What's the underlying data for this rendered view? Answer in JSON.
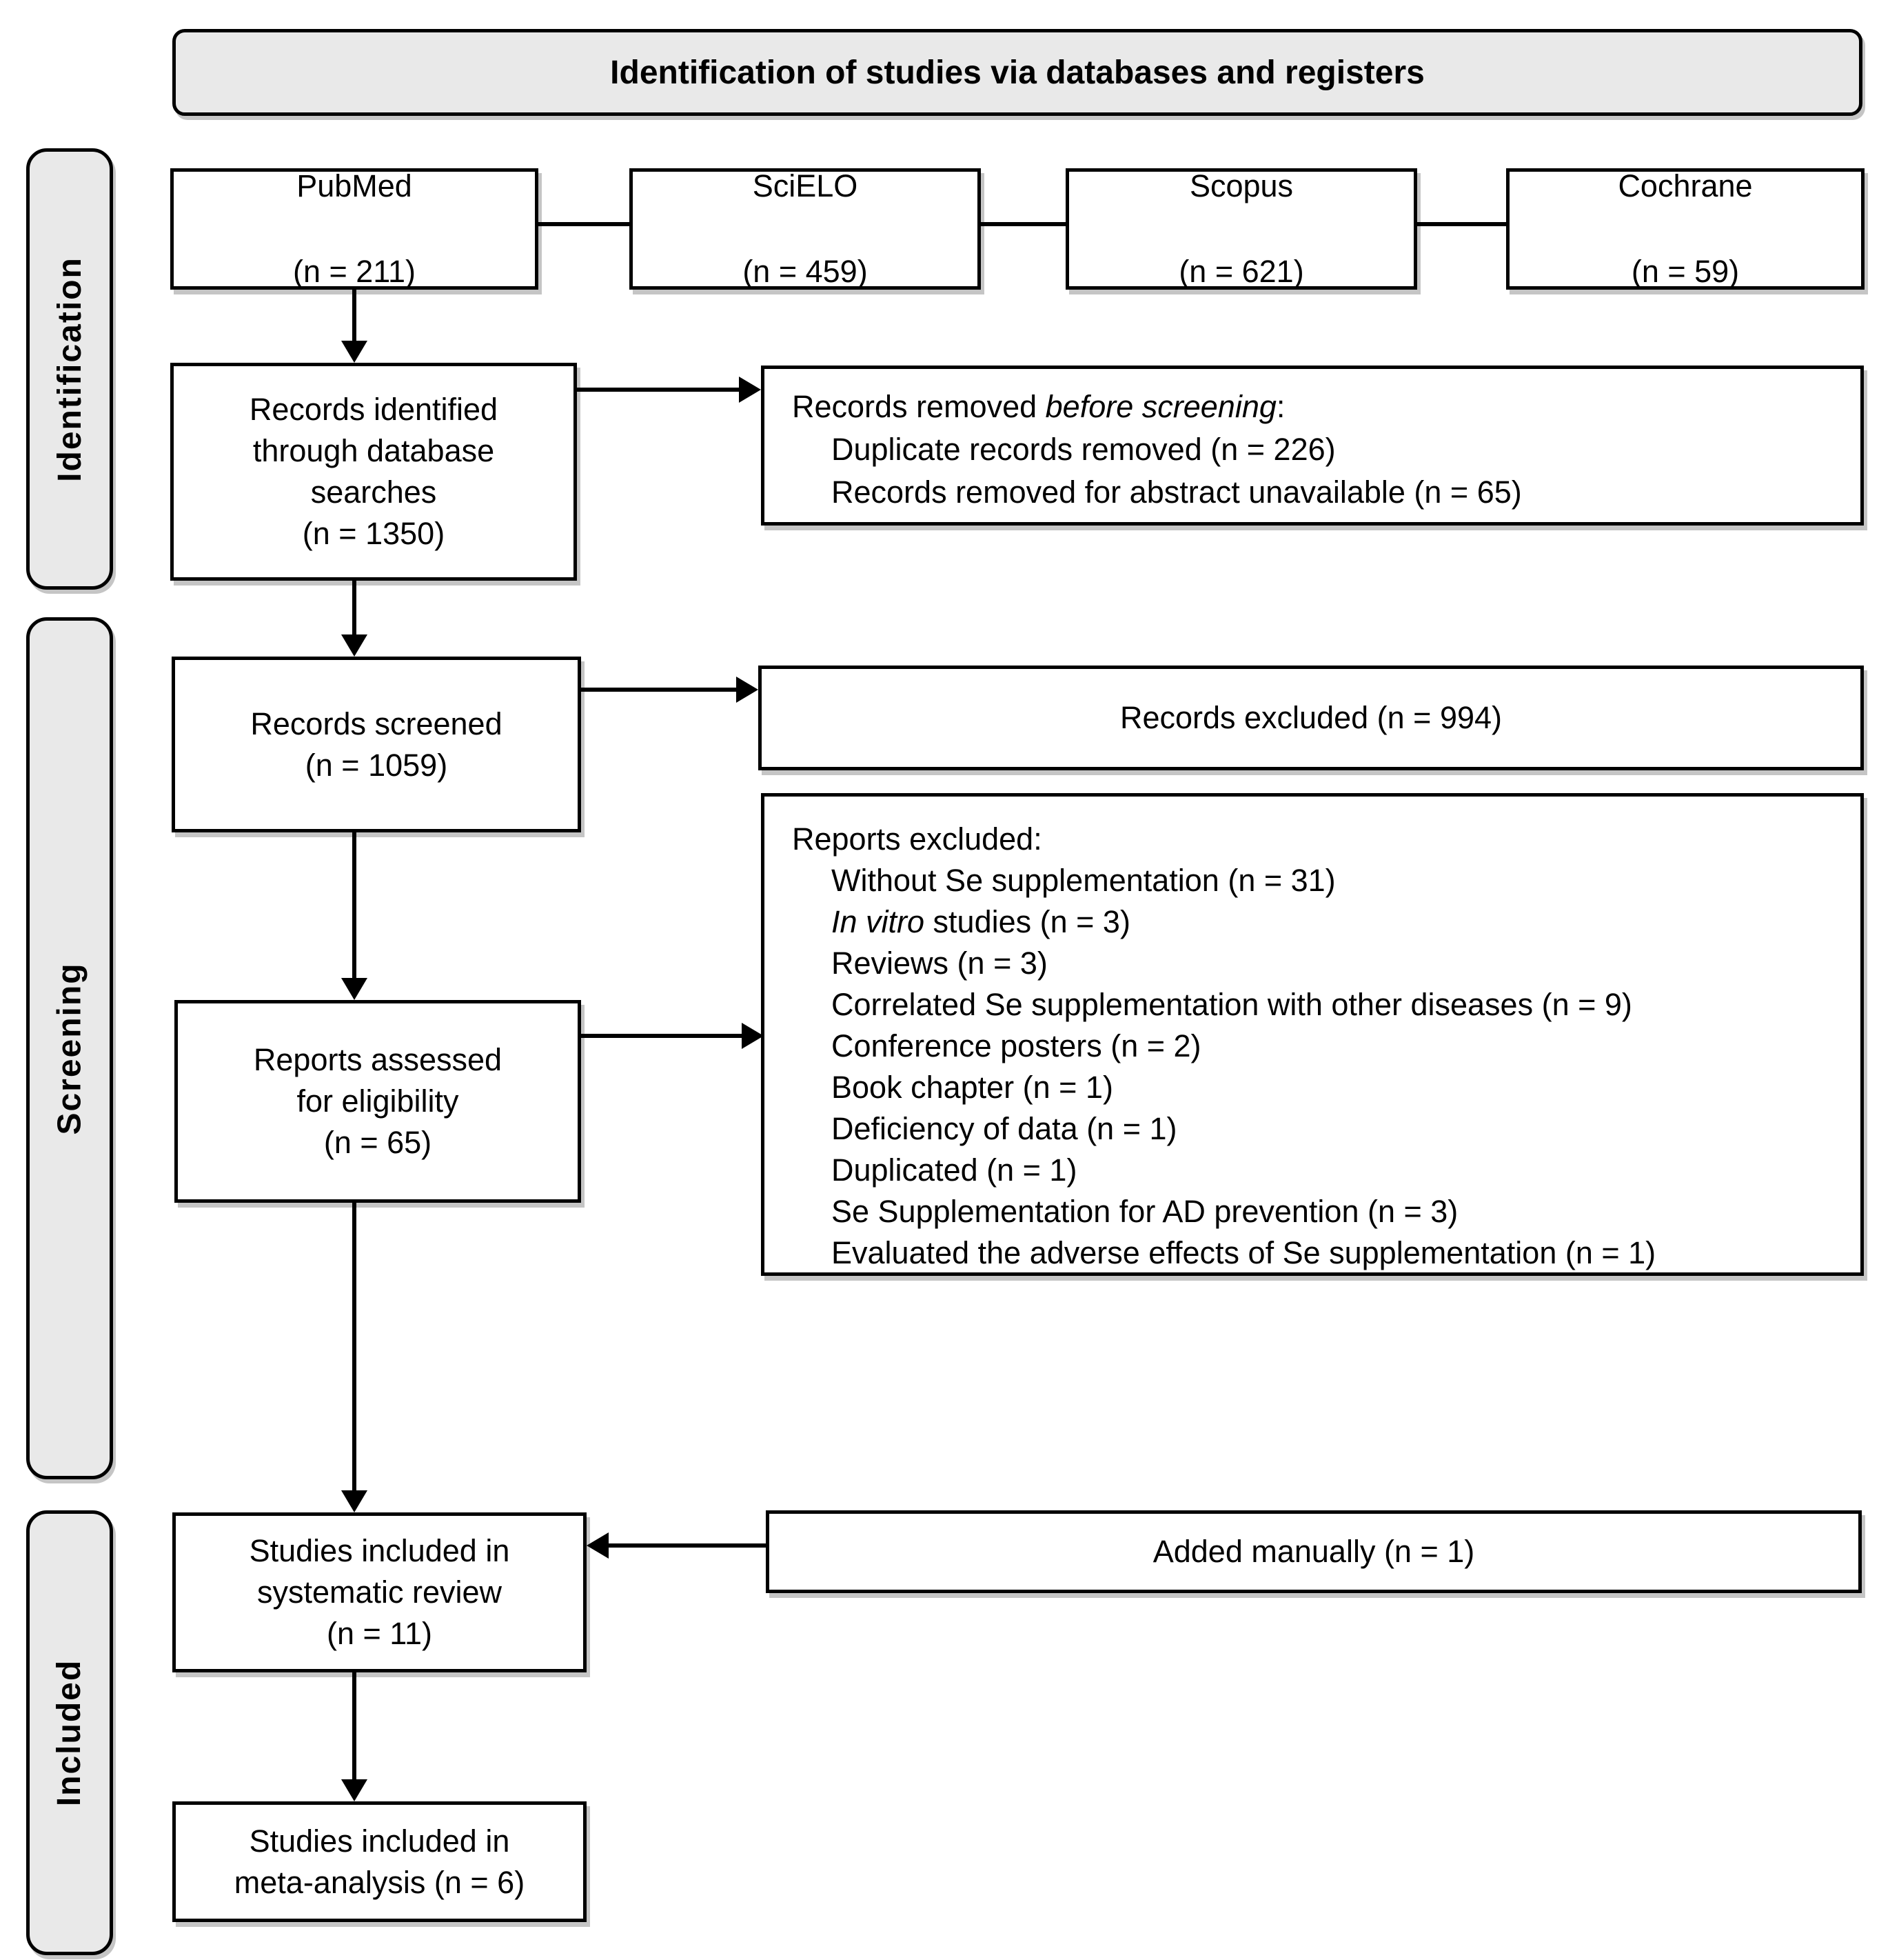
{
  "title": "Identification of studies via databases and registers",
  "stages": {
    "identification": "Identification",
    "screening": "Screening",
    "included": "Included"
  },
  "databases": [
    {
      "name": "PubMed",
      "count": "(n = 211)"
    },
    {
      "name": "SciELO",
      "count": "(n = 459)"
    },
    {
      "name": "Scopus",
      "count": "(n = 621)"
    },
    {
      "name": "Cochrane",
      "count": "(n = 59)"
    }
  ],
  "boxes": {
    "records_identified": "Records identified\nthrough database\nsearches\n(n = 1350)",
    "records_screened": "Records screened\n(n = 1059)",
    "records_excluded": "Records excluded (n = 994)",
    "reports_assessed": "Reports assessed\nfor eligibility\n(n = 65)",
    "studies_systematic": "Studies included in\nsystematic review\n(n = 11)",
    "added_manually": "Added manually (n = 1)",
    "studies_meta": "Studies included in\nmeta-analysis (n = 6)"
  },
  "records_removed": {
    "intro_regular": "Records removed ",
    "intro_italic": "before screening",
    "intro_end": ":",
    "items": [
      "Duplicate records removed (n = 226)",
      "Records removed for abstract unavailable (n = 65)"
    ]
  },
  "reports_excluded": {
    "heading": "Reports excluded:",
    "items": [
      {
        "italic": "",
        "text": "Without Se supplementation (n = 31)"
      },
      {
        "italic": "In vitro",
        "text": " studies (n = 3)"
      },
      {
        "italic": "",
        "text": "Reviews (n = 3)"
      },
      {
        "italic": "",
        "text": "Correlated Se supplementation with other diseases (n = 9)"
      },
      {
        "italic": "",
        "text": "Conference posters (n = 2)"
      },
      {
        "italic": "",
        "text": "Book chapter (n = 1)"
      },
      {
        "italic": "",
        "text": "Deficiency of data (n = 1)"
      },
      {
        "italic": "",
        "text": "Duplicated (n = 1)"
      },
      {
        "italic": "",
        "text": "Se Supplementation for AD prevention (n = 3)"
      },
      {
        "italic": "",
        "text": "Evaluated the adverse effects of Se supplementation (n = 1)"
      }
    ]
  },
  "colors": {
    "border": "#000000",
    "panel_fill": "#e9e9e9",
    "box_fill": "#ffffff",
    "text": "#000000"
  }
}
